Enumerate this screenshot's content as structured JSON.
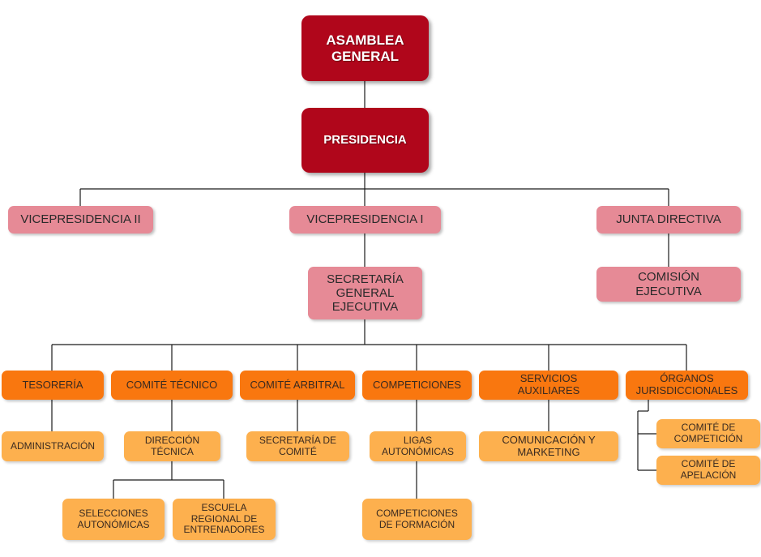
{
  "nodes": {
    "asamblea": "ASAMBLEA\nGENERAL",
    "presidencia": "PRESIDENCIA",
    "vice2": "VICEPRESIDENCIA II",
    "vice1": "VICEPRESIDENCIA I",
    "junta": "JUNTA DIRECTIVA",
    "secretaria": "SECRETARÍA\nGENERAL\nEJECUTIVA",
    "comision": "COMISIÓN\nEJECUTIVA",
    "tesoreria": "TESORERÍA",
    "tecnico": "COMITÉ TÉCNICO",
    "arbitral": "COMITÉ ARBITRAL",
    "competiciones": "COMPETICIONES",
    "servicios": "SERVICIOS\nAUXILIARES",
    "organos": "ÓRGANOS\nJURISDICCIONALES",
    "administracion": "ADMINISTRACIÓN",
    "direccion": "DIRECCIÓN\nTÉCNICA",
    "secr_comite": "SECRETARÍA DE\nCOMITÉ",
    "ligas": "LIGAS\nAUTONÓMICAS",
    "comunicacion": "COMUNICACIÓN Y\nMARKETING",
    "comite_comp": "COMITÉ DE\nCOMPETICIÓN",
    "comite_apel": "COMITÉ DE\nAPELACIÓN",
    "selecciones": "SELECCIONES\nAUTONÓMICAS",
    "escuela": "ESCUELA\nREGIONAL DE\nENTRENADORES",
    "comp_formacion": "COMPETICIONES\nDE FORMACIÓN"
  }
}
